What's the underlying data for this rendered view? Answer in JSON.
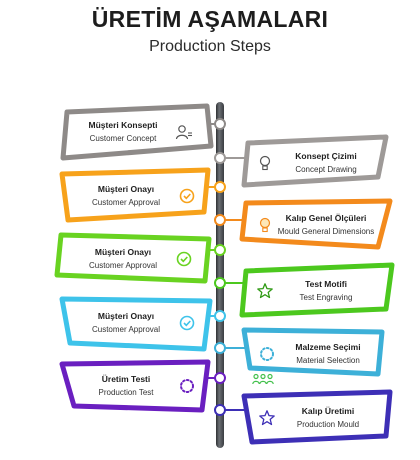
{
  "header": {
    "title": "ÜRETİM AŞAMALARI",
    "subtitle": "Production Steps"
  },
  "steps": [
    {
      "title_tr": "Müşteri Konsepti",
      "title_en": "Customer Concept",
      "icon": "user-list-icon",
      "color": "#8e8a88"
    },
    {
      "title_tr": "Konsept Çizimi",
      "title_en": "Concept Drawing",
      "icon": "lightbulb-icon",
      "color": "#9e9a98"
    },
    {
      "title_tr": "Müşteri Onayı",
      "title_en": "Customer Approval",
      "icon": "check-circle-icon",
      "color": "#f7a21b"
    },
    {
      "title_tr": "Kalıp Genel Ölçüleri",
      "title_en": "Mould General Dimensions",
      "icon": "lightbulb-icon",
      "color": "#f38a1c"
    },
    {
      "title_tr": "Müşteri Onayı",
      "title_en": "Customer Approval",
      "icon": "check-circle-icon",
      "color": "#69d321"
    },
    {
      "title_tr": "Test Motifi",
      "title_en": "Test Engraving",
      "icon": "star-icon",
      "color": "#4cc81e"
    },
    {
      "title_tr": "Müşteri Onayı",
      "title_en": "Customer Approval",
      "icon": "check-circle-icon",
      "color": "#3ec3ea"
    },
    {
      "title_tr": "Malzeme Seçimi",
      "title_en": "Material Selection",
      "icon": "dotted-circle-icon",
      "color": "#3db0d8"
    },
    {
      "title_tr": "Üretim Testi",
      "title_en": "Production Test",
      "icon": "dotted-circle-icon",
      "color": "#6a1fc0"
    },
    {
      "title_tr": "Kalıp Üretimi",
      "title_en": "Production Mould",
      "icon": "star-icon",
      "color": "#3d2fb6"
    }
  ],
  "decoration": {
    "people_icon": "people-group-icon",
    "people_color": "#42c04b"
  }
}
